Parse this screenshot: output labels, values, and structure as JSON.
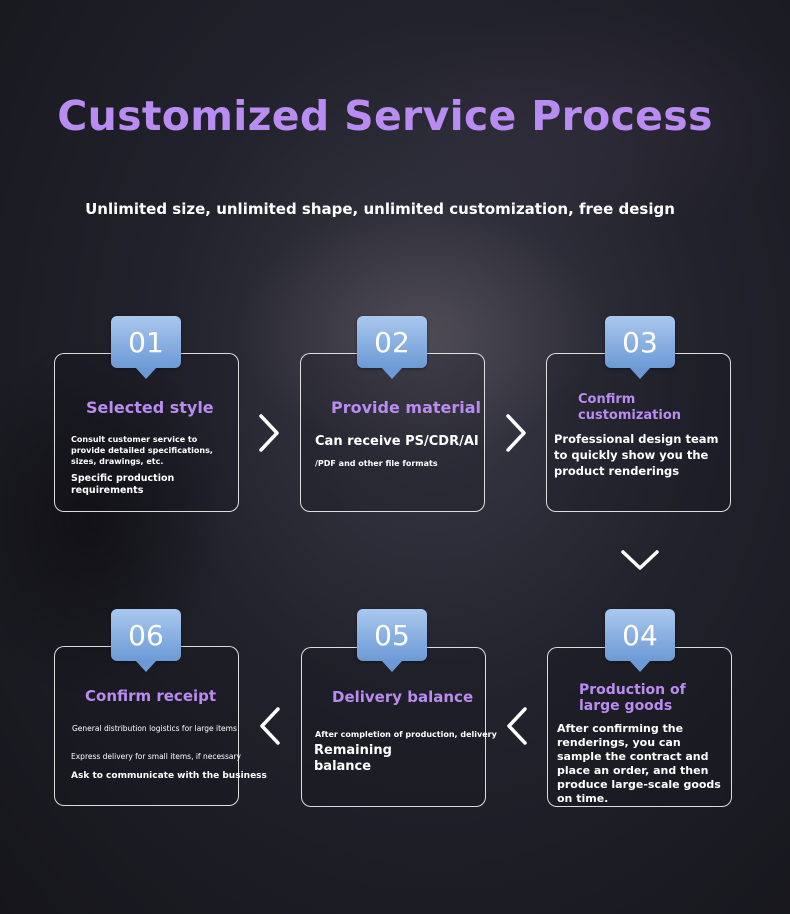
{
  "header": {
    "title": "Customized Service Process",
    "subtitle": "Unlimited size, unlimited shape, unlimited customization, free design"
  },
  "steps": [
    {
      "number": "01",
      "title": "Selected style",
      "lines": [
        "Consult customer service to provide detailed specifications, sizes, drawings, etc."
      ],
      "extra": "Specific production requirements"
    },
    {
      "number": "02",
      "title": "Provide material",
      "main": "Can receive PS/CDR/AI",
      "sub": "/PDF and other file formats"
    },
    {
      "number": "03",
      "title": "Confirm customization",
      "main": "Professional design team to quickly show you the product renderings"
    },
    {
      "number": "04",
      "title": "Production of large goods",
      "main": "After confirming the renderings, you can sample the contract and place an order, and then produce large-scale goods on time."
    },
    {
      "number": "05",
      "title": "Delivery balance",
      "sub": "After completion of production, delivery",
      "main": "Remaining balance"
    },
    {
      "number": "06",
      "title": "Confirm receipt",
      "line1": "General distribution logistics for large items",
      "line2": "Express delivery for small items, if necessary",
      "line3": "Ask to communicate with the business"
    }
  ],
  "icons": {
    "arrow_right": "chevron-right-icon",
    "arrow_left": "chevron-left-icon",
    "arrow_down": "chevron-down-icon"
  },
  "colors": {
    "accent_purple": "#b88cf0",
    "badge_blue_top": "#a9c8ee",
    "badge_blue_bottom": "#6d9ad6"
  }
}
